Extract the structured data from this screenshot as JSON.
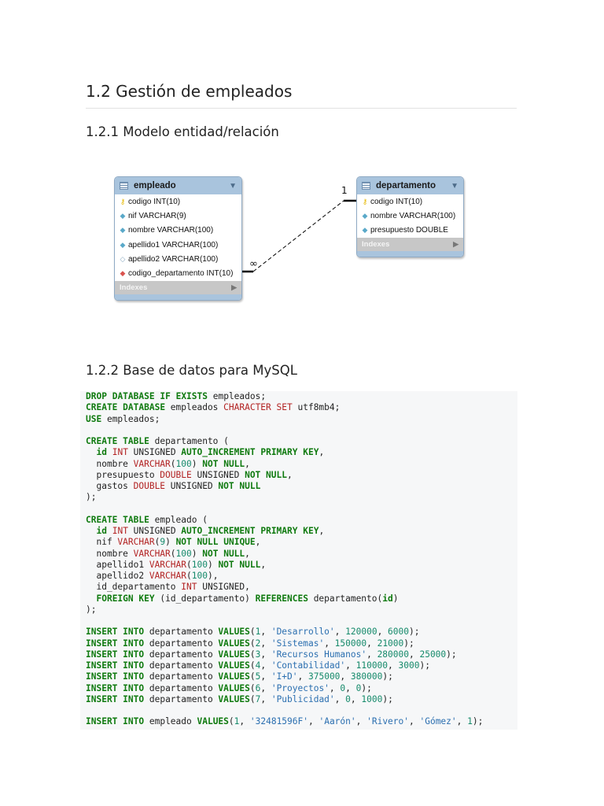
{
  "section_title": "1.2 Gestión de empleados",
  "subsection_er": "1.2.1 Modelo entidad/relación",
  "subsection_db": "1.2.2 Base de datos para MySQL",
  "diagram": {
    "empleado": {
      "name": "empleado",
      "columns": [
        {
          "icon": "primary-key-icon",
          "text": "codigo INT(10)"
        },
        {
          "icon": "column-diamond-icon",
          "text": "nif VARCHAR(9)"
        },
        {
          "icon": "column-diamond-icon",
          "text": "nombre VARCHAR(100)"
        },
        {
          "icon": "column-diamond-icon",
          "text": "apellido1 VARCHAR(100)"
        },
        {
          "icon": "nullable-column-icon",
          "text": "apellido2 VARCHAR(100)"
        },
        {
          "icon": "foreign-key-icon",
          "text": "codigo_departamento INT(10)"
        }
      ],
      "indexes_label": "Indexes"
    },
    "departamento": {
      "name": "departamento",
      "columns": [
        {
          "icon": "primary-key-icon",
          "text": "codigo INT(10)"
        },
        {
          "icon": "column-diamond-icon",
          "text": "nombre VARCHAR(100)"
        },
        {
          "icon": "column-diamond-icon",
          "text": "presupuesto DOUBLE"
        }
      ],
      "indexes_label": "Indexes"
    },
    "cardinality_one": "1",
    "cardinality_many": "∞"
  },
  "code_lines": [
    "DROP DATABASE IF EXISTS empleados;",
    "CREATE DATABASE empleados CHARACTER SET utf8mb4;",
    "USE empleados;",
    "",
    "CREATE TABLE departamento (",
    "  id INT UNSIGNED AUTO_INCREMENT PRIMARY KEY,",
    "  nombre VARCHAR(100) NOT NULL,",
    "  presupuesto DOUBLE UNSIGNED NOT NULL,",
    "  gastos DOUBLE UNSIGNED NOT NULL",
    ");",
    "",
    "CREATE TABLE empleado (",
    "  id INT UNSIGNED AUTO_INCREMENT PRIMARY KEY,",
    "  nif VARCHAR(9) NOT NULL UNIQUE,",
    "  nombre VARCHAR(100) NOT NULL,",
    "  apellido1 VARCHAR(100) NOT NULL,",
    "  apellido2 VARCHAR(100),",
    "  id_departamento INT UNSIGNED,",
    "  FOREIGN KEY (id_departamento) REFERENCES departamento(id)",
    ");",
    "",
    "INSERT INTO departamento VALUES(1, 'Desarrollo', 120000, 6000);",
    "INSERT INTO departamento VALUES(2, 'Sistemas', 150000, 21000);",
    "INSERT INTO departamento VALUES(3, 'Recursos Humanos', 280000, 25000);",
    "INSERT INTO departamento VALUES(4, 'Contabilidad', 110000, 3000);",
    "INSERT INTO departamento VALUES(5, 'I+D', 375000, 380000);",
    "INSERT INTO departamento VALUES(6, 'Proyectos', 0, 0);",
    "INSERT INTO departamento VALUES(7, 'Publicidad', 0, 1000);",
    "",
    "INSERT INTO empleado VALUES(1, '32481596F', 'Aarón', 'Rivero', 'Gómez', 1);"
  ]
}
